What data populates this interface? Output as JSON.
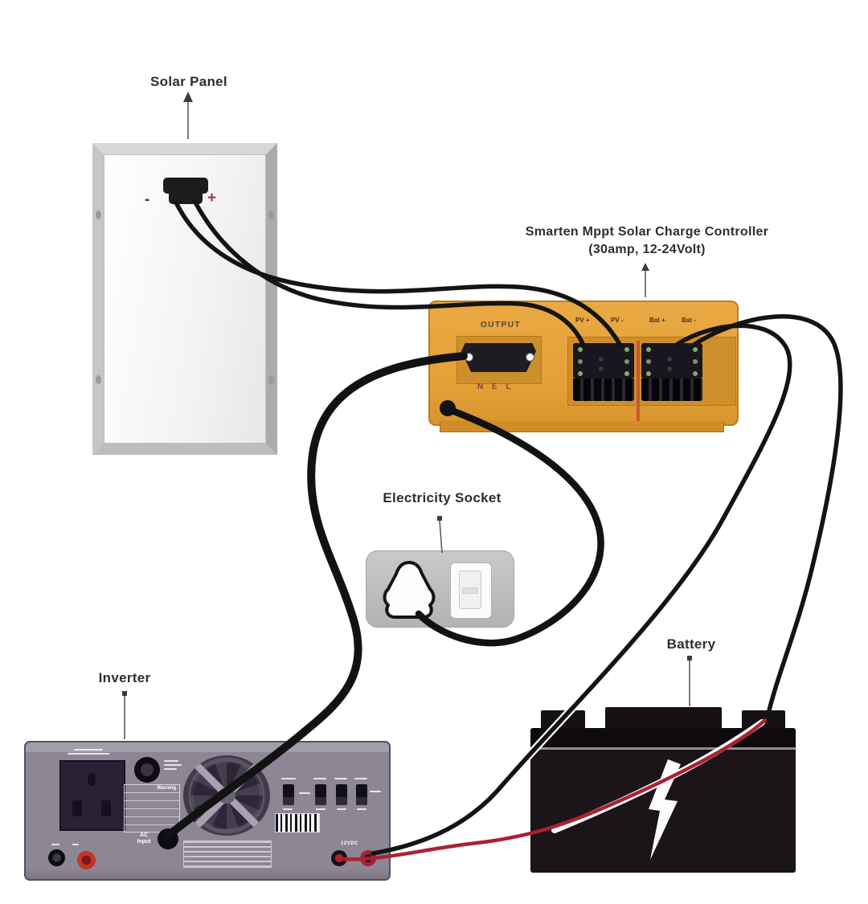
{
  "labels": {
    "solar_panel": "Solar Panel",
    "controller_line1": "Smarten Mppt Solar Charge Controller",
    "controller_line2": "(30amp, 12-24Volt)",
    "electricity_socket": "Electricity Socket",
    "inverter": "Inverter",
    "battery": "Battery"
  },
  "solar_panel": {
    "minus": "-",
    "plus": "+"
  },
  "controller": {
    "output_label": "OUTPUT",
    "nel_label": "N E L",
    "terminals": [
      "PV +",
      "PV -",
      "Bat +",
      "Bat -"
    ]
  },
  "inverter": {
    "warning_label": "Warning",
    "ac_input_line1": "AC",
    "ac_input_line2": "Input",
    "dc_label": "12VDC"
  },
  "colors": {
    "controller_orange": "#e3a037",
    "wire_black": "#141414",
    "wire_red": "#a92230",
    "inverter_gray": "#8d8795",
    "battery_black": "#161014",
    "plus_red": "#a03545"
  }
}
